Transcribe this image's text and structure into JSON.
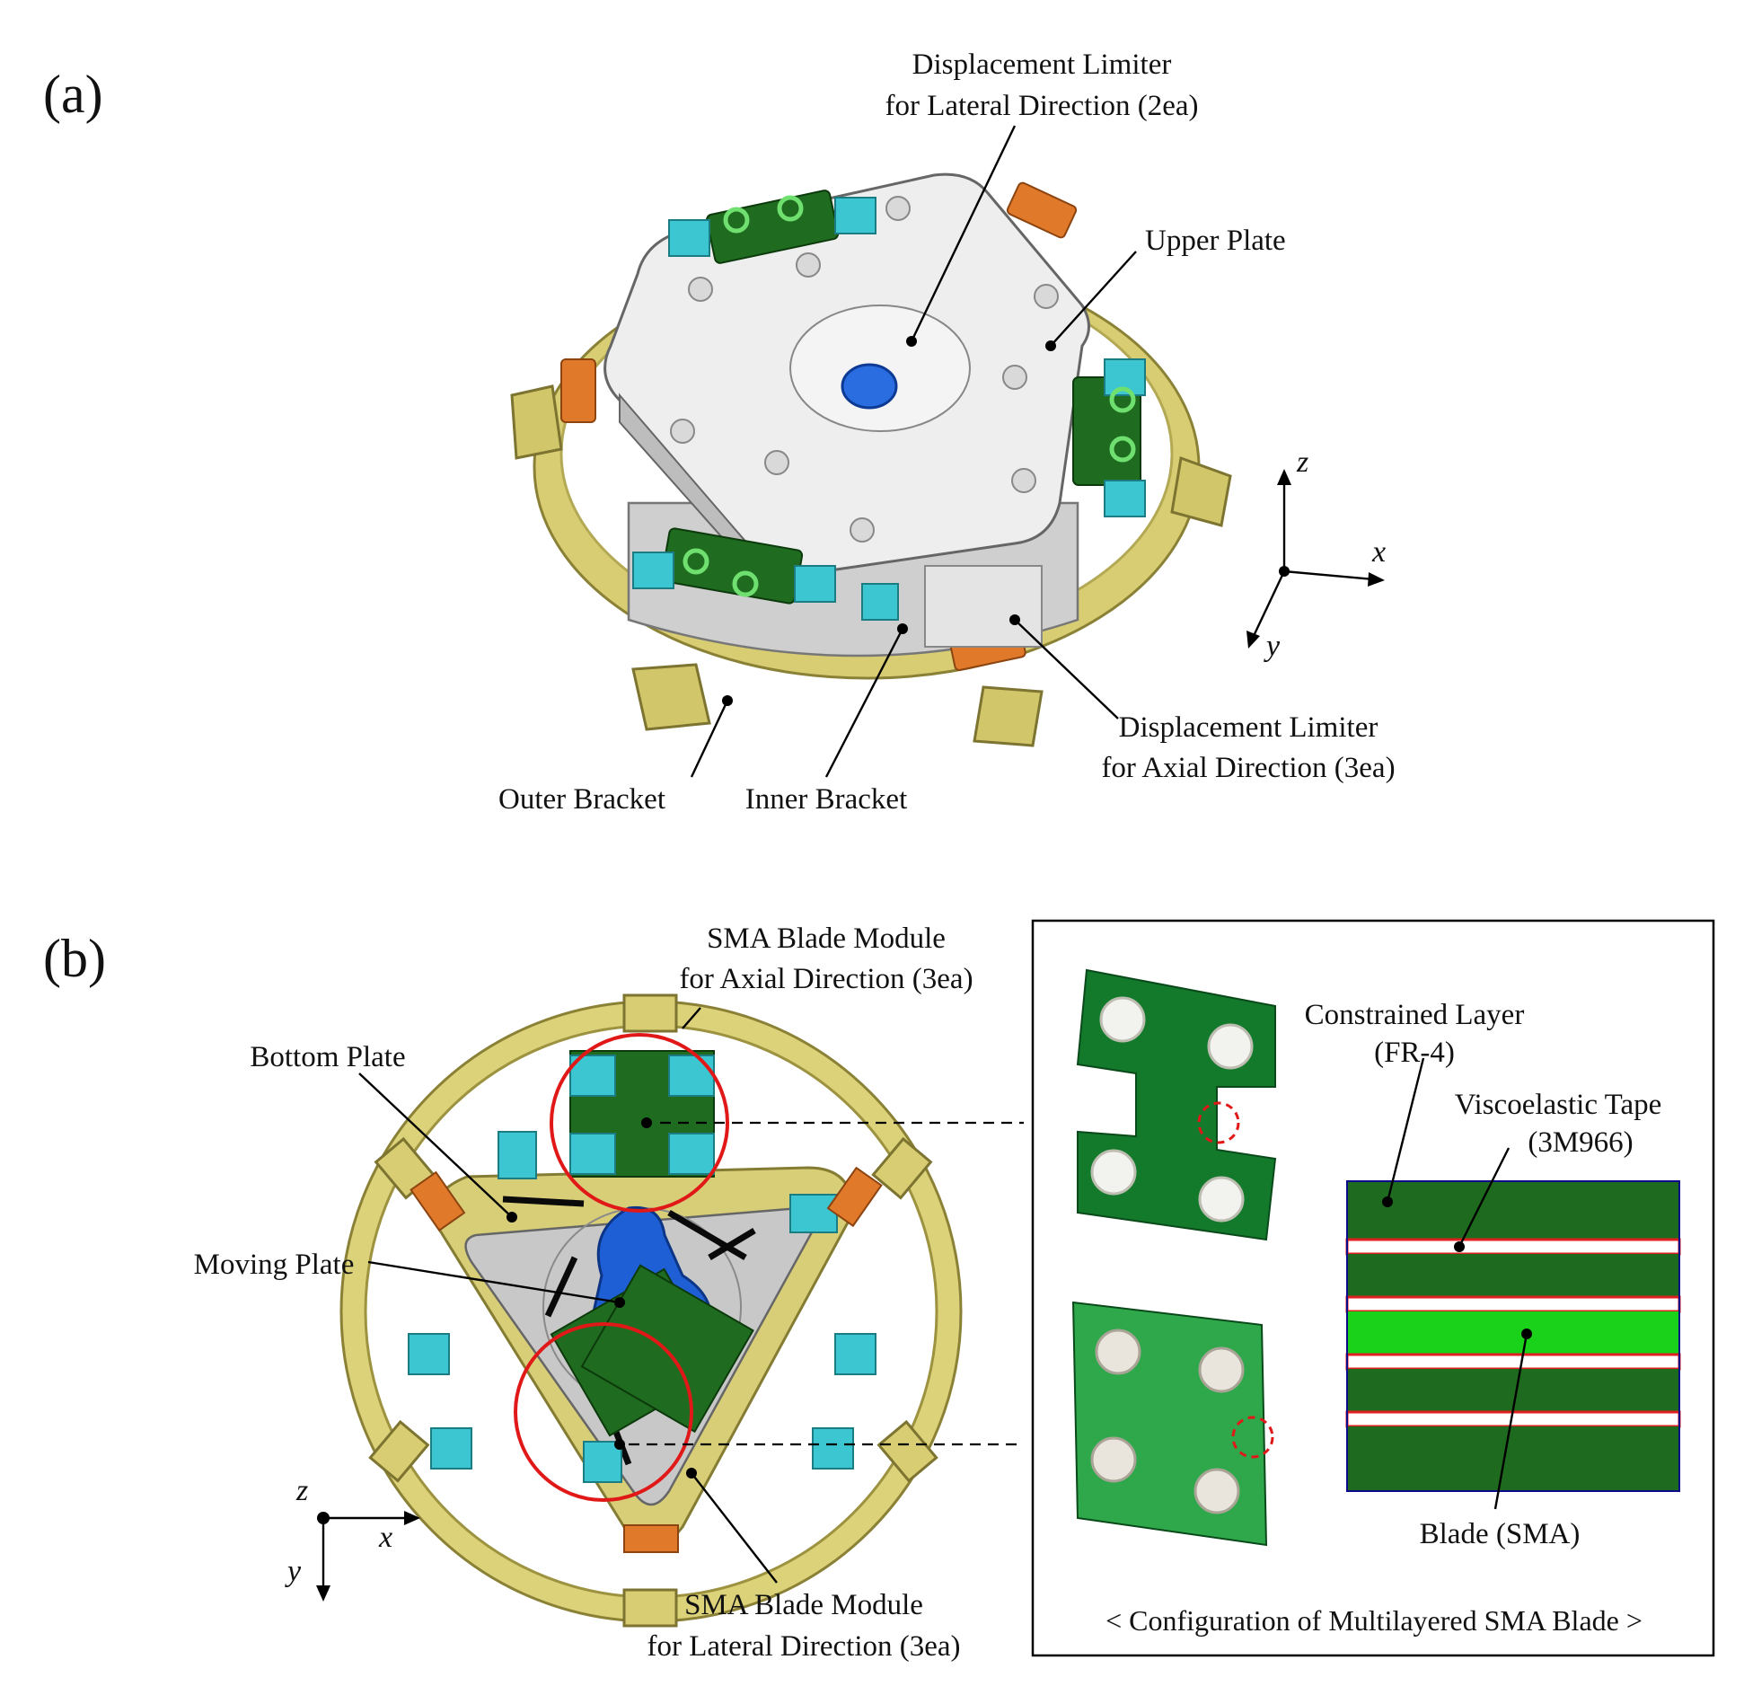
{
  "panels": {
    "a": "(a)",
    "b": "(b)"
  },
  "panel_a": {
    "callouts": {
      "lateral_limiter": [
        "Displacement Limiter",
        "for Lateral Direction (2ea)"
      ],
      "upper_plate": "Upper Plate",
      "axial_limiter": [
        "Displacement Limiter",
        "for Axial Direction (3ea)"
      ],
      "outer_bracket": "Outer Bracket",
      "inner_bracket": "Inner Bracket"
    },
    "axes": {
      "z": "z",
      "x": "x",
      "y": "y"
    }
  },
  "panel_b": {
    "callouts": {
      "axial_module": [
        "SMA Blade Module",
        "for Axial Direction (3ea)"
      ],
      "bottom_plate": "Bottom Plate",
      "moving_plate": "Moving Plate",
      "lateral_module": [
        "SMA Blade Module",
        "for Lateral Direction (3ea)"
      ]
    },
    "axes": {
      "z": "z",
      "x": "x",
      "y": "y"
    },
    "inset": {
      "constrained_layer": [
        "Constrained Layer",
        "(FR-4)"
      ],
      "viscoelastic_tape": [
        "Viscoelastic Tape",
        "(3M966)"
      ],
      "blade": "Blade (SMA)",
      "caption": "< Configuration of Multilayered SMA Blade >"
    }
  },
  "colors": {
    "bracket_yellow": "#dcd27a",
    "plate_white": "#e8e8e8",
    "module_green": "#1f6b1f",
    "pad_cyan": "#3cc6d2",
    "limiter_orange": "#e07a2a",
    "moving_blue": "#1f5fd6",
    "layer_dark_green": "#1e6a1e",
    "layer_light_green": "#19d219",
    "tape_red": "#e02020",
    "highlight_red": "#e01818"
  }
}
